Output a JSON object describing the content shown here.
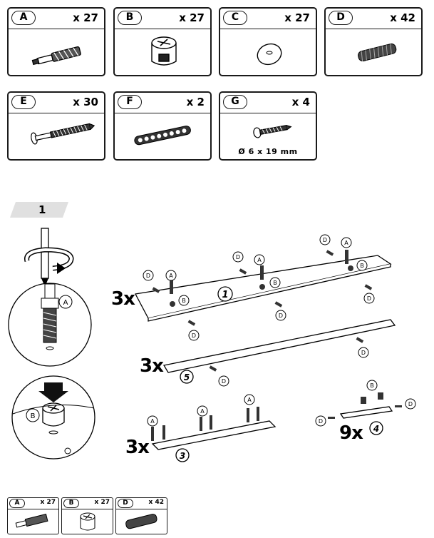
{
  "parts": [
    {
      "letter": "A",
      "qty": "x 27",
      "icon": "cam-bolt-icon"
    },
    {
      "letter": "B",
      "qty": "x 27",
      "icon": "cam-lock-icon"
    },
    {
      "letter": "C",
      "qty": "x 27",
      "icon": "cover-cap-icon"
    },
    {
      "letter": "D",
      "qty": "x 42",
      "icon": "wooden-dowel-icon"
    },
    {
      "letter": "E",
      "qty": "x 30",
      "icon": "screw-icon"
    },
    {
      "letter": "F",
      "qty": "x 2",
      "icon": "hinge-plate-icon"
    },
    {
      "letter": "G",
      "qty": "x 4",
      "icon": "small-screw-icon",
      "dimension": "Ø 6 x 19 mm"
    }
  ],
  "step": {
    "number": "1"
  },
  "callouts": {
    "a": "A",
    "b": "B",
    "d": "D"
  },
  "panels": [
    {
      "multiplier": "3x",
      "label": "1"
    },
    {
      "multiplier": "3x",
      "label": "5"
    },
    {
      "multiplier": "3x",
      "label": "3"
    },
    {
      "multiplier": "9x",
      "label": "4"
    }
  ],
  "footer_parts": [
    {
      "letter": "A",
      "qty": "x 27"
    },
    {
      "letter": "B",
      "qty": "x 27"
    },
    {
      "letter": "D",
      "qty": "x 42"
    }
  ]
}
